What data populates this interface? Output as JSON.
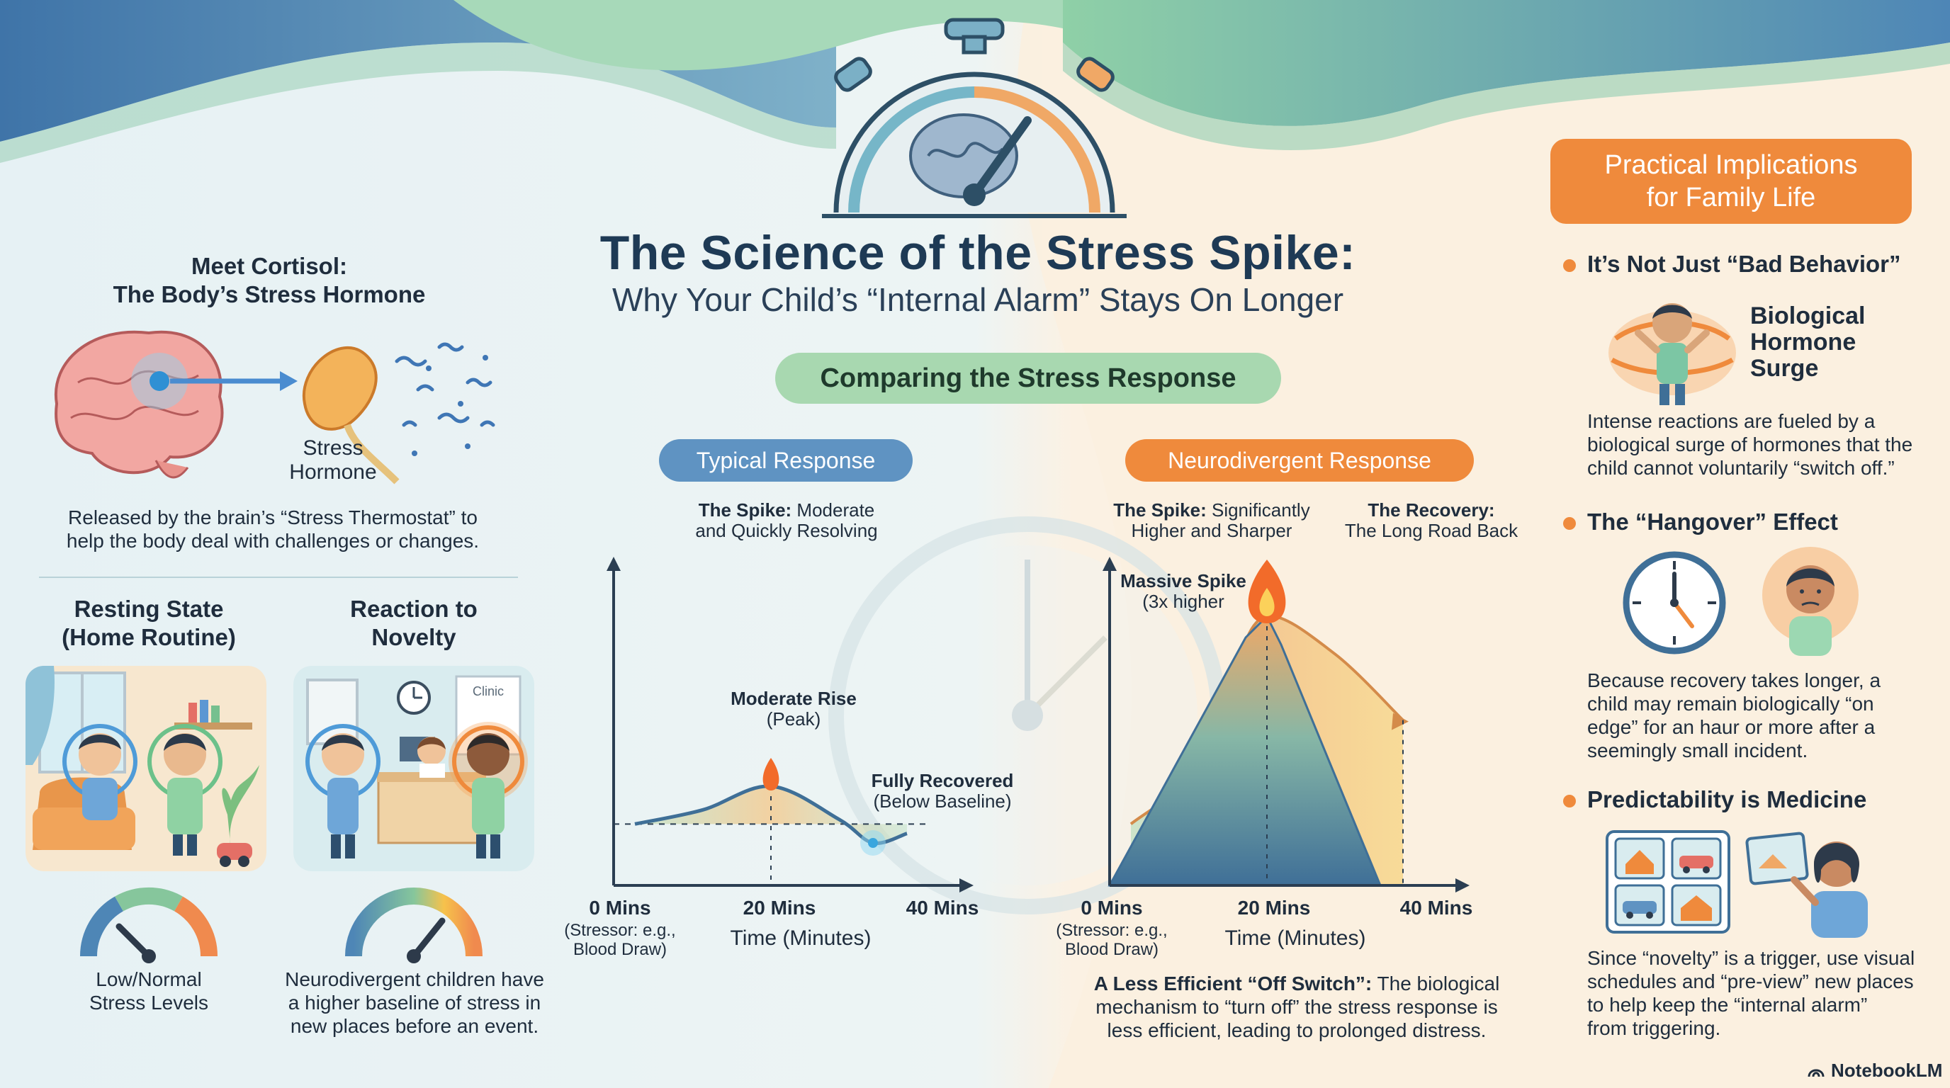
{
  "header": {
    "title": "The Science of the Stress Spike:",
    "subtitle": "Why Your Child’s “Internal Alarm” Stays On Longer"
  },
  "left": {
    "cortisol_title_1": "Meet Cortisol:",
    "cortisol_title_2": "The Body’s Stress Hormone",
    "hormone_label_1": "Stress",
    "hormone_label_2": "Hormone",
    "released_1": "Released by the brain’s “Stress Thermostat” to",
    "released_2": "help the body deal with challenges or changes.",
    "resting_1": "Resting State",
    "resting_2": "(Home Routine)",
    "reaction_1": "Reaction to",
    "reaction_2": "Novelty",
    "clinic_sign": "Clinic",
    "low_1": "Low/Normal",
    "low_2": "Stress Levels",
    "nd_1": "Neurodivergent children have",
    "nd_2": "a higher baseline of stress in",
    "nd_3": "new places before an event."
  },
  "center": {
    "comparing": "Comparing the Stress Response",
    "typical": {
      "pill": "Typical Response",
      "spike_bold": "The Spike:",
      "spike_rest_1": " Moderate",
      "spike_rest_2": "and Quickly Resolving",
      "peak_1": "Moderate Rise",
      "peak_2": "(Peak)",
      "recovered_1": "Fully Recovered",
      "recovered_2": "(Below Baseline)",
      "x0": "0 Mins",
      "x0_note_1": "(Stressor: e.g.,",
      "x0_note_2": "Blood Draw)",
      "x20": "20 Mins",
      "x40": "40 Mins",
      "xlabel": "Time (Minutes)"
    },
    "nd": {
      "pill": "Neurodivergent Response",
      "spike_bold": "The Spike:",
      "spike_rest_1": " Significantly",
      "spike_rest_2": "Higher and Sharper",
      "recovery_bold": "The Recovery:",
      "recovery_rest": "The Long Road Back",
      "massive_1": "Massive Spike",
      "massive_2": "(3x higher",
      "x0": "0 Mins",
      "x0_note_1": "(Stressor: e.g.,",
      "x0_note_2": "Blood Draw)",
      "x20": "20 Mins",
      "x40": "40 Mins",
      "xlabel": "Time (Minutes)",
      "off_bold": "A Less Efficient “Off Switch”:",
      "off_rest_1": " The biological",
      "off_rest_2": "mechanism to “turn off” the stress response is",
      "off_rest_3": "less efficient, leading to prolonged distress."
    }
  },
  "right": {
    "pill_1": "Practical Implications",
    "pill_2": "for Family Life",
    "h1": "It’s Not Just “Bad Behavior”",
    "bio_1": "Biological",
    "bio_2": "Hormone",
    "bio_3": "Surge",
    "p1_1": "Intense reactions are fueled by a",
    "p1_2": "biological surge of hormones that the",
    "p1_3": "child cannot voluntarily “switch off.”",
    "h2": "The “Hangover” Effect",
    "p2_1": "Because recovery takes longer, a",
    "p2_2": "child may remain biologically “on",
    "p2_3": "edge” for an haur or more after a",
    "p2_4": "seemingly small incident.",
    "h3": "Predictability is Medicine",
    "p3_1": "Since “novelty” is a trigger, use visual",
    "p3_2": "schedules and “pre-view” new places",
    "p3_3": "to help keep the “internal alarm”",
    "p3_4": "from triggering."
  },
  "footer": {
    "brand": "NotebookLM"
  },
  "chart_data": [
    {
      "type": "line",
      "title": "Typical Response",
      "xlabel": "Time (Minutes)",
      "x_ticks": [
        "0 Mins",
        "20 Mins",
        "40 Mins"
      ],
      "series": [
        {
          "x": [
            0,
            10,
            20,
            30,
            35,
            40
          ],
          "y": [
            1.0,
            1.3,
            1.8,
            1.1,
            0.6,
            0.8
          ]
        }
      ]
    },
    {
      "type": "area",
      "title": "Neurodivergent Response",
      "xlabel": "Time (Minutes)",
      "x_ticks": [
        "0 Mins",
        "20 Mins",
        "40 Mins"
      ],
      "series": [
        {
          "x": [
            0,
            10,
            15,
            20,
            30,
            40
          ],
          "y": [
            1.0,
            2.2,
            4.2,
            5.4,
            4.6,
            3.2
          ]
        }
      ]
    }
  ],
  "colors": {
    "navy": "#1e3a55",
    "blue": "#5f93c2",
    "orange": "#ef8a3c",
    "green": "#a9d7b1",
    "teal": "#4e7f9a"
  }
}
